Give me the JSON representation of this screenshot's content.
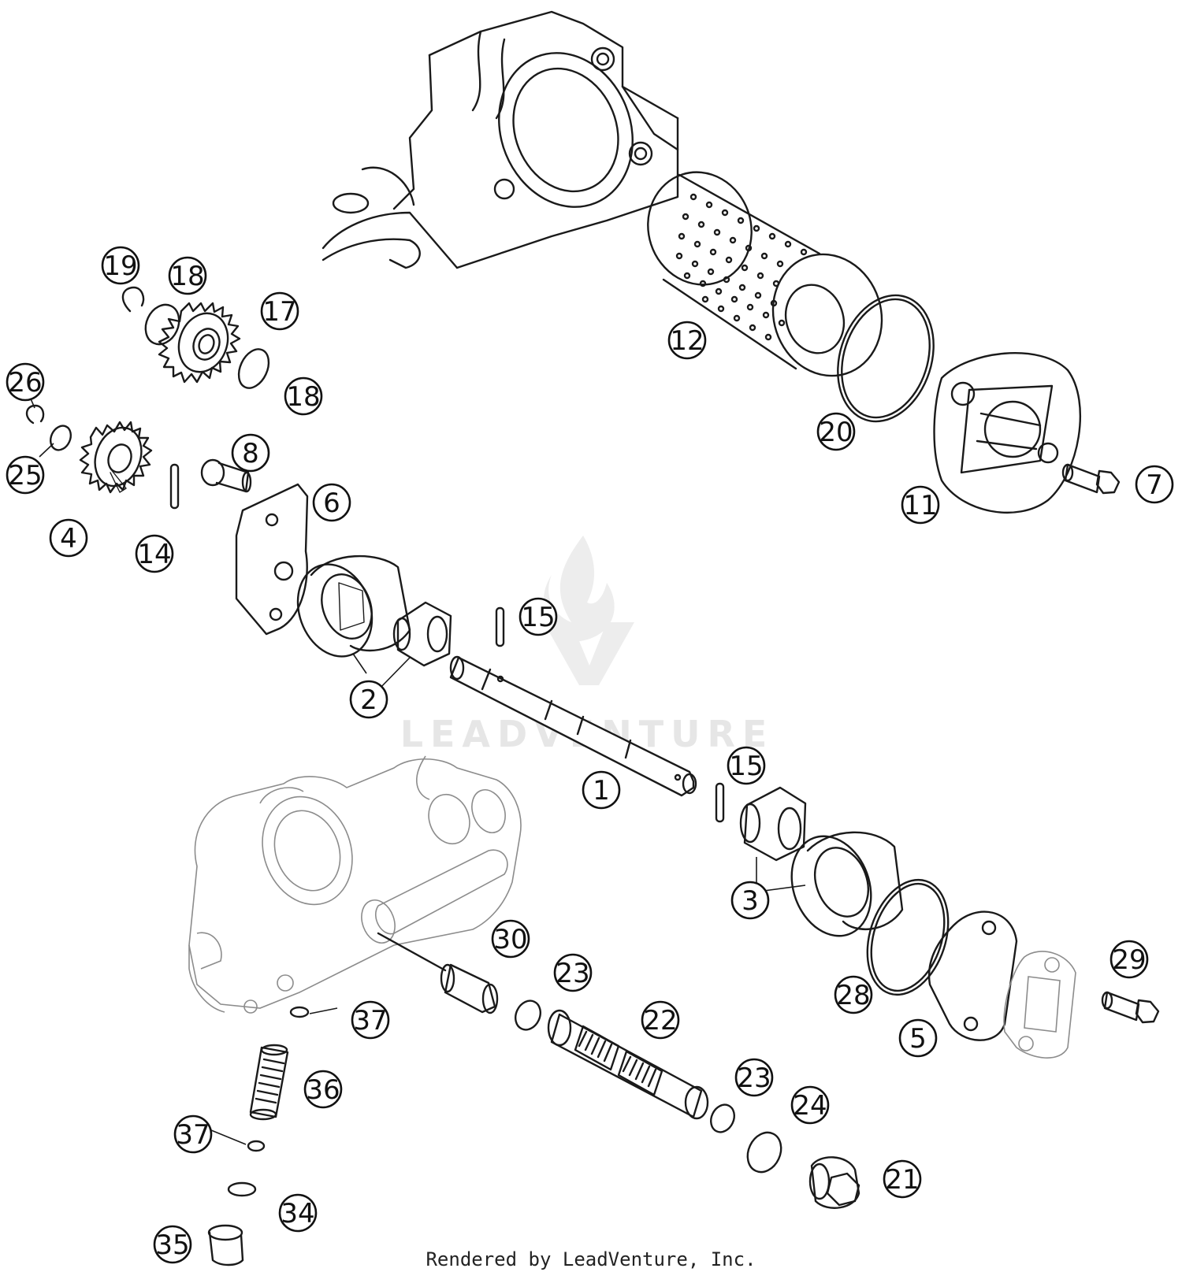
{
  "watermark": {
    "text": "LEADVENTURE"
  },
  "footer": {
    "text": "Rendered by LeadVenture, Inc."
  },
  "callouts": [
    {
      "id": "c19",
      "label": "19"
    },
    {
      "id": "c18a",
      "label": "18"
    },
    {
      "id": "c17",
      "label": "17"
    },
    {
      "id": "c18b",
      "label": "18"
    },
    {
      "id": "c26",
      "label": "26"
    },
    {
      "id": "c25",
      "label": "25"
    },
    {
      "id": "c4",
      "label": "4"
    },
    {
      "id": "c14",
      "label": "14"
    },
    {
      "id": "c8",
      "label": "8"
    },
    {
      "id": "c6",
      "label": "6"
    },
    {
      "id": "c12",
      "label": "12"
    },
    {
      "id": "c20",
      "label": "20"
    },
    {
      "id": "c11",
      "label": "11"
    },
    {
      "id": "c7",
      "label": "7"
    },
    {
      "id": "c15a",
      "label": "15"
    },
    {
      "id": "c2",
      "label": "2"
    },
    {
      "id": "c1",
      "label": "1"
    },
    {
      "id": "c15b",
      "label": "15"
    },
    {
      "id": "c3",
      "label": "3"
    },
    {
      "id": "c30",
      "label": "30"
    },
    {
      "id": "c23a",
      "label": "23"
    },
    {
      "id": "c22",
      "label": "22"
    },
    {
      "id": "c29",
      "label": "29"
    },
    {
      "id": "c28",
      "label": "28"
    },
    {
      "id": "c5",
      "label": "5"
    },
    {
      "id": "c37a",
      "label": "37"
    },
    {
      "id": "c36",
      "label": "36"
    },
    {
      "id": "c23b",
      "label": "23"
    },
    {
      "id": "c24",
      "label": "24"
    },
    {
      "id": "c37b",
      "label": "37"
    },
    {
      "id": "c21",
      "label": "21"
    },
    {
      "id": "c34",
      "label": "34"
    },
    {
      "id": "c35",
      "label": "35"
    }
  ]
}
